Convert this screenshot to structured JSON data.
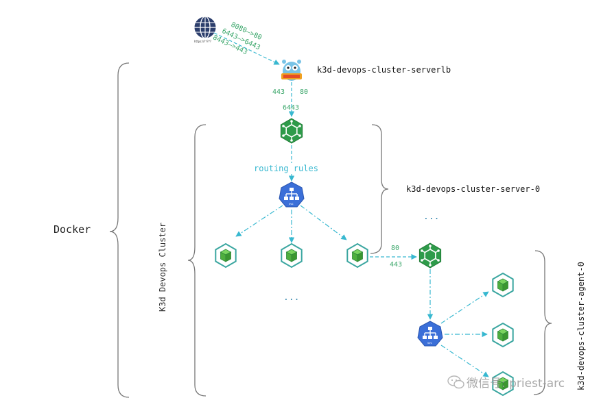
{
  "labels": {
    "serverlb": "k3d-devops-cluster-serverlb",
    "server0": "k3d-devops-cluster-server-0",
    "agent0": "k3d-devops-cluster-agent-0",
    "docker": "Docker",
    "k3d_cluster": "K3d Devops Cluster",
    "routing_rules": "routing rules",
    "globe_caption": "https://?????",
    "lb_port_443": "443",
    "lb_port_80": "80",
    "api_port_6443": "6443",
    "link_port_80": "80",
    "link_port_443": "443",
    "ellipsis_server": "...",
    "ellipsis_pods": "...",
    "svc_label_1": "svc",
    "svc_label_2": "svc"
  },
  "port_mappings": [
    "8080—>80",
    "6443—>6443",
    "8443—>443"
  ],
  "watermark": {
    "text": "微信号: priest-arc"
  },
  "colors": {
    "kube_green": "#2e9b4a",
    "svc_blue": "#3b6fd8",
    "pod_teal": "#3aa6a0",
    "pod_green": "#5cc24a",
    "arrow": "#38b8d0",
    "port_text": "#3aa66a",
    "brace": "#777777",
    "globe": "#2c3e6c"
  }
}
